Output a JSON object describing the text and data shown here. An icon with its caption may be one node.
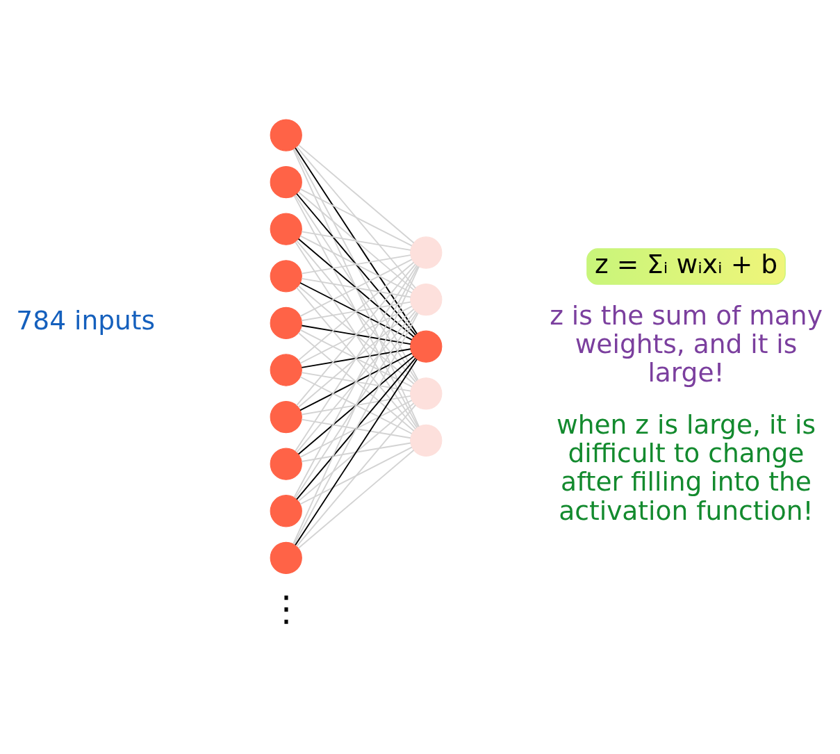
{
  "diagram": {
    "nodes": [
      {
        "text": [],
        "shape": "circle"
      },
      {
        "text": [],
        "shape": "circle"
      },
      {
        "text": [],
        "shape": "circle"
      },
      {
        "text": [],
        "shape": "circle"
      },
      {
        "text": [],
        "shape": "circle"
      },
      {
        "text": [],
        "shape": "circle"
      },
      {
        "text": [],
        "shape": "circle"
      },
      {
        "text": [],
        "shape": "circle"
      },
      {
        "text": [],
        "shape": "circle"
      },
      {
        "text": [],
        "shape": "circle"
      },
      {
        "text": [],
        "shape": "circle"
      },
      {
        "text": [],
        "shape": "circle"
      },
      {
        "text": [],
        "shape": "circle"
      },
      {
        "text": [],
        "shape": "circle"
      },
      {
        "text": [],
        "shape": "circle"
      }
    ],
    "edges": [
      {
        "from": 0,
        "to": 10,
        "arrow": "none"
      },
      {
        "from": 0,
        "to": 11,
        "arrow": "none"
      },
      {
        "from": 0,
        "to": 12,
        "arrow": "none",
        "color": "#000000"
      },
      {
        "from": 0,
        "to": 13,
        "arrow": "none"
      },
      {
        "from": 0,
        "to": 14,
        "arrow": "none"
      },
      {
        "from": 1,
        "to": 10,
        "arrow": "none"
      },
      {
        "from": 1,
        "to": 11,
        "arrow": "none"
      },
      {
        "from": 1,
        "to": 12,
        "arrow": "none",
        "color": "#000000"
      },
      {
        "from": 1,
        "to": 13,
        "arrow": "none"
      },
      {
        "from": 1,
        "to": 14,
        "arrow": "none"
      },
      {
        "from": 2,
        "to": 10,
        "arrow": "none"
      },
      {
        "from": 2,
        "to": 11,
        "arrow": "none"
      },
      {
        "from": 2,
        "to": 12,
        "arrow": "none",
        "color": "#000000"
      },
      {
        "from": 2,
        "to": 13,
        "arrow": "none"
      },
      {
        "from": 2,
        "to": 14,
        "arrow": "none"
      },
      {
        "from": 3,
        "to": 10,
        "arrow": "none"
      },
      {
        "from": 3,
        "to": 11,
        "arrow": "none"
      },
      {
        "from": 3,
        "to": 12,
        "arrow": "none",
        "color": "#000000"
      },
      {
        "from": 3,
        "to": 13,
        "arrow": "none"
      },
      {
        "from": 3,
        "to": 14,
        "arrow": "none"
      },
      {
        "from": 4,
        "to": 10,
        "arrow": "none"
      },
      {
        "from": 4,
        "to": 11,
        "arrow": "none"
      },
      {
        "from": 4,
        "to": 12,
        "arrow": "none",
        "color": "#000000"
      },
      {
        "from": 4,
        "to": 13,
        "arrow": "none"
      },
      {
        "from": 4,
        "to": 14,
        "arrow": "none"
      },
      {
        "from": 5,
        "to": 10,
        "arrow": "none"
      },
      {
        "from": 5,
        "to": 11,
        "arrow": "none"
      },
      {
        "from": 5,
        "to": 12,
        "arrow": "none",
        "color": "#000000"
      },
      {
        "from": 5,
        "to": 13,
        "arrow": "none"
      },
      {
        "from": 5,
        "to": 14,
        "arrow": "none"
      },
      {
        "from": 6,
        "to": 10,
        "arrow": "none"
      },
      {
        "from": 6,
        "to": 11,
        "arrow": "none"
      },
      {
        "from": 6,
        "to": 12,
        "arrow": "none",
        "color": "#000000"
      },
      {
        "from": 6,
        "to": 13,
        "arrow": "none"
      },
      {
        "from": 6,
        "to": 14,
        "arrow": "none"
      },
      {
        "from": 7,
        "to": 10,
        "arrow": "none"
      },
      {
        "from": 7,
        "to": 11,
        "arrow": "none"
      },
      {
        "from": 7,
        "to": 12,
        "arrow": "none",
        "color": "#000000"
      },
      {
        "from": 7,
        "to": 13,
        "arrow": "none"
      },
      {
        "from": 7,
        "to": 14,
        "arrow": "none"
      },
      {
        "from": 8,
        "to": 10,
        "arrow": "none"
      },
      {
        "from": 8,
        "to": 11,
        "arrow": "none"
      },
      {
        "from": 8,
        "to": 12,
        "arrow": "none",
        "color": "#000000"
      },
      {
        "from": 8,
        "to": 13,
        "arrow": "none"
      },
      {
        "from": 8,
        "to": 14,
        "arrow": "none"
      },
      {
        "from": 9,
        "to": 10,
        "arrow": "none"
      },
      {
        "from": 9,
        "to": 11,
        "arrow": "none"
      },
      {
        "from": 9,
        "to": 12,
        "arrow": "none",
        "color": "#000000"
      },
      {
        "from": 9,
        "to": 13,
        "arrow": "none"
      },
      {
        "from": 9,
        "to": 14,
        "arrow": "none"
      }
    ],
    "labels": [
      "784 inputs",
      "z = Σᵢ wᵢxᵢ + b",
      "z is the sum of many weights, and it is large!",
      "when z is large, it is difficult to change after filling into the activation function!",
      "⋮"
    ]
  }
}
